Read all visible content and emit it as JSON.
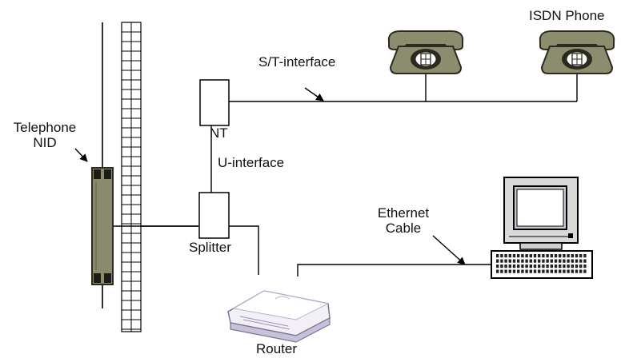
{
  "diagram": {
    "labels": {
      "telephone_nid_line1": "Telephone",
      "telephone_nid_line2": "NID",
      "nt": "NT",
      "u_interface": "U-interface",
      "st_interface": "S/T-interface",
      "isdn_phone": "ISDN Phone",
      "splitter": "Splitter",
      "ethernet_line1": "Ethernet",
      "ethernet_line2": "Cable",
      "router": "Router"
    },
    "colors": {
      "line": "#000000",
      "phone_body": "#8c8c6e",
      "phone_dark": "#2a2a1e",
      "nid_body": "#8a8a6c",
      "router_body": "#f2f0f6",
      "router_shadow": "#c8c2d8",
      "router_dark": "#7c7494",
      "monitor_screen": "#c7c9d2"
    },
    "icons": [
      "telephone-nid-icon",
      "wall-grid",
      "nt-box",
      "splitter-box",
      "isdn-phone-icon",
      "computer-icon",
      "keyboard-icon",
      "router-icon"
    ]
  }
}
